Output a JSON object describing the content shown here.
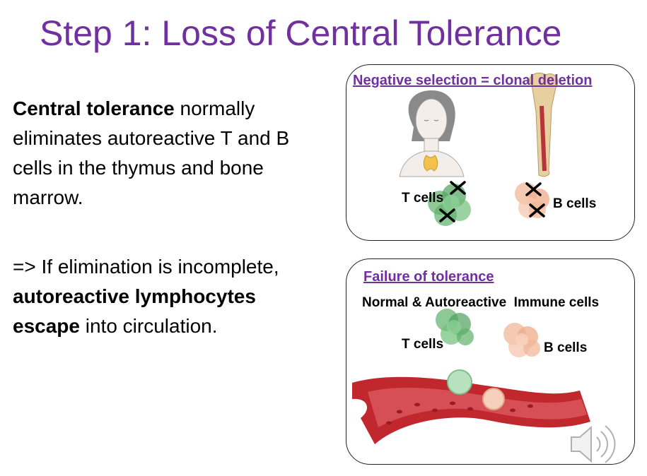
{
  "slide": {
    "title": "Step 1: Loss of Central Tolerance",
    "para1": {
      "bold": "Central tolerance",
      "rest_line1": " normally",
      "line2": "eliminates autoreactive T and B",
      "line3": "cells in the thymus and bone",
      "line4": "marrow."
    },
    "para2": {
      "line1": "=> If elimination is incomplete,",
      "bold_line2": "autoreactive lymphocytes",
      "bold_line3": "escape",
      "rest_line3": " into circulation."
    }
  },
  "panel_negative": {
    "title": "Negative selection = clonal deletion",
    "t_cells_label": "T cells",
    "b_cells_label": "B cells"
  },
  "panel_failure": {
    "title": "Failure of tolerance",
    "subtitle": "Normal & Autoreactive  Immune cells",
    "t_cells_label": "T cells",
    "b_cells_label": "B cells"
  },
  "colors": {
    "title": "#7030a0",
    "t_cell": "#5cb06a",
    "b_cell": "#f2b89a",
    "vessel": "#c0282e",
    "thyroid": "#f2c24a"
  },
  "icons": [
    "person-icon",
    "bone-icon",
    "cross-mark-icon",
    "blood-vessel-icon",
    "speaker-icon"
  ]
}
